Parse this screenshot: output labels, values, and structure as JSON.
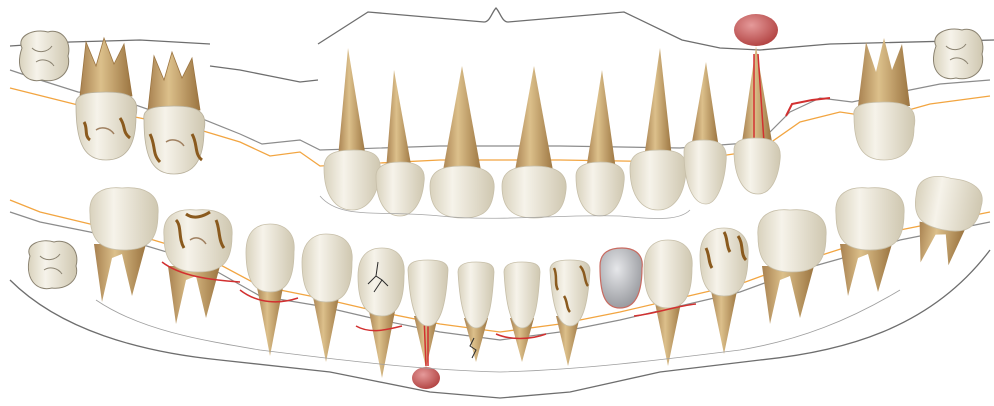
{
  "colors": {
    "enamel": "#ece7d8",
    "enamel_shade": "#d6cfbb",
    "root": "#c9a36a",
    "root_dark": "#9b7440",
    "caries": "#8a5a1e",
    "gum_line": "#f2a541",
    "bone_line": "#8c8c8c",
    "pocket_line": "#d23030",
    "filling": "#a7a9ae",
    "lesion": "#c65a5a",
    "outline": "#6e6e6e",
    "crack": "#2b2b2b"
  },
  "upper_teeth": [
    {
      "id": "U1",
      "type": "molar",
      "view": "occlusal",
      "status": [
        "partial"
      ]
    },
    {
      "id": "U2",
      "type": "molar",
      "status": [
        "caries"
      ]
    },
    {
      "id": "U3",
      "type": "molar",
      "status": [
        "caries"
      ]
    },
    {
      "id": "U4",
      "type": "premolar",
      "status": [
        "missing"
      ]
    },
    {
      "id": "U5",
      "type": "premolar",
      "status": [
        "missing"
      ]
    },
    {
      "id": "U6",
      "type": "canine",
      "status": []
    },
    {
      "id": "U7",
      "type": "incisor",
      "status": []
    },
    {
      "id": "U8",
      "type": "incisor",
      "status": []
    },
    {
      "id": "U9",
      "type": "incisor",
      "status": []
    },
    {
      "id": "U10",
      "type": "incisor",
      "status": []
    },
    {
      "id": "U11",
      "type": "canine",
      "status": []
    },
    {
      "id": "U12",
      "type": "premolar",
      "status": []
    },
    {
      "id": "U13",
      "type": "premolar",
      "status": [
        "root-canal",
        "periapical-lesion"
      ]
    },
    {
      "id": "U14",
      "type": "molar",
      "status": [
        "missing",
        "pocket"
      ]
    },
    {
      "id": "U15",
      "type": "molar",
      "status": []
    },
    {
      "id": "U16",
      "type": "molar",
      "view": "occlusal",
      "status": [
        "partial"
      ]
    }
  ],
  "lower_teeth": [
    {
      "id": "L1",
      "type": "molar",
      "view": "occlusal",
      "status": [
        "partial"
      ]
    },
    {
      "id": "L2",
      "type": "molar",
      "status": []
    },
    {
      "id": "L3",
      "type": "molar",
      "status": [
        "caries",
        "pocket"
      ]
    },
    {
      "id": "L4",
      "type": "premolar",
      "status": [
        "pocket"
      ]
    },
    {
      "id": "L5",
      "type": "premolar",
      "status": []
    },
    {
      "id": "L6",
      "type": "canine",
      "status": [
        "crack",
        "pocket"
      ]
    },
    {
      "id": "L7",
      "type": "incisor",
      "status": [
        "root-canal",
        "periapical-lesion"
      ]
    },
    {
      "id": "L8",
      "type": "incisor",
      "status": [
        "root-fracture"
      ]
    },
    {
      "id": "L9",
      "type": "incisor",
      "status": [
        "pocket"
      ]
    },
    {
      "id": "L10",
      "type": "incisor",
      "status": [
        "caries"
      ]
    },
    {
      "id": "L11",
      "type": "canine",
      "status": [
        "crown"
      ]
    },
    {
      "id": "L12",
      "type": "premolar",
      "status": [
        "pocket"
      ]
    },
    {
      "id": "L13",
      "type": "premolar",
      "status": [
        "caries"
      ]
    },
    {
      "id": "L14",
      "type": "molar",
      "status": []
    },
    {
      "id": "L15",
      "type": "molar",
      "status": []
    },
    {
      "id": "L16",
      "type": "molar",
      "status": [
        "tilted"
      ]
    }
  ]
}
